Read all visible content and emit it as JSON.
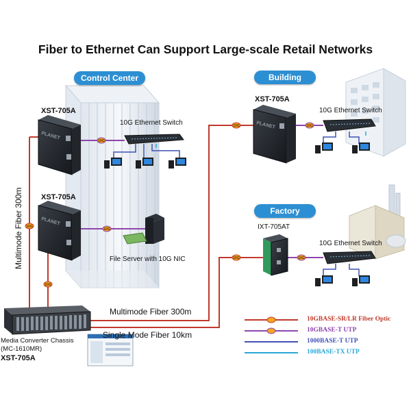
{
  "title": "Fiber to Ethernet Can Support Large-scale Retail Networks",
  "sections": {
    "control_center": "Control Center",
    "building": "Building",
    "factory": "Factory"
  },
  "devices": {
    "xst_top": "XST-705A",
    "xst_mid": "XST-705A",
    "xst_building": "XST-705A",
    "ixt_factory": "IXT-705AT",
    "switch_control": "10G Ethernet Switch",
    "switch_building": "10G Ethernet Switch",
    "switch_factory": "10G Ethernet Switch",
    "file_server": "File Server with 10G NIC",
    "chassis_line1": "Media Converter Chassis",
    "chassis_line2": "(MC-1610MR)",
    "chassis_line3": "XST-705A"
  },
  "links": {
    "multimode_vertical": "Multimode Fiber 300m",
    "multimode_horizontal": "Multimode Fiber 300m",
    "single_mode": "Single Mode Fiber 10km",
    "badge": "10G"
  },
  "legend": [
    {
      "label": "10GBASE-SR/LR Fiber Optic",
      "color": "#c0392b",
      "badge": true
    },
    {
      "label": "10GBASE-T UTP",
      "color": "#8e44ad",
      "badge": true
    },
    {
      "label": "1000BASE-T UTP",
      "color": "#3f51b5",
      "badge": false
    },
    {
      "label": "100BASE-TX UTP",
      "color": "#29a8d6",
      "badge": false
    }
  ],
  "brand": "PLANET",
  "colors": {
    "fiber": "#c0392b",
    "utp10g": "#8e44ad",
    "utp1g": "#3f51b5",
    "utp100": "#29a8d6",
    "pill": "#2d8fd3",
    "badge": "#f5a623"
  }
}
